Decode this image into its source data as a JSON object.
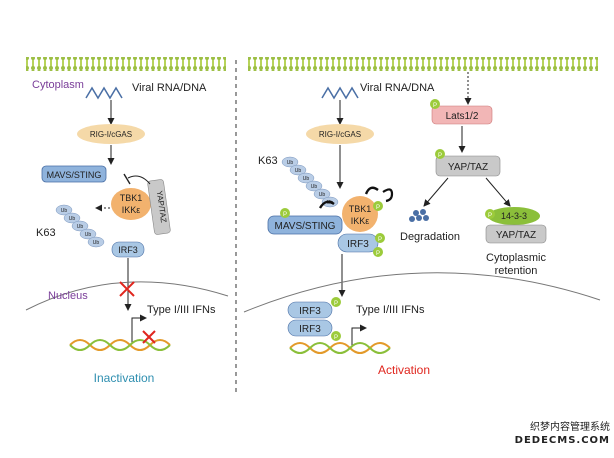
{
  "left_panel": {
    "compartment_cytoplasm": "Cytoplasm",
    "compartment_nucleus": "Nucleus",
    "viral_label": "Viral RNA/DNA",
    "sensor": "RIG-I/cGAS",
    "adaptor": "MAVS/STING",
    "kinase_line1": "TBK1",
    "kinase_line2": "IKKε",
    "yap_taz": "YAP/TAZ",
    "ub": "Ub",
    "k63": "K63",
    "irf3": "IRF3",
    "ifn": "Type I/III IFNs",
    "state": "Inactivation"
  },
  "right_panel": {
    "viral_label": "Viral RNA/DNA",
    "sensor": "RIG-I/cGAS",
    "k63": "K63",
    "ub": "Ub",
    "adaptor": "MAVS/STING",
    "kinase_line1": "TBK1",
    "kinase_line2": "IKKε",
    "irf3": "IRF3",
    "phospho": "P",
    "lats": "Lats1/2",
    "yap_taz": "YAP/TAZ",
    "degradation": "Degradation",
    "protein_1433": "14-3-3",
    "retention_line1": "Cytoplasmic",
    "retention_line2": "retention",
    "ifn": "Type I/III IFNs",
    "state": "Activation"
  },
  "watermark": {
    "cn": "织梦内容管理系统",
    "en": "DEDECMS.COM"
  },
  "colors": {
    "membrane": "#b7d35a",
    "membrane_dark": "#7fa332",
    "divider": "#555555",
    "cytoplasm_text": "#7a3d99",
    "nucleus_text": "#7a3d99",
    "inactivation_text": "#2f8fb0",
    "activation_text": "#e0261e",
    "sensor_fill": "#f5d9a8",
    "adaptor_fill": "#8fb3dc",
    "kinase_fill": "#f2b26e",
    "irf3_fill": "#a9c7e4",
    "yap_fill": "#c9c9c9",
    "lats_fill": "#f2b6b6",
    "phospho_fill": "#9ccb3b",
    "ub_fill": "#b9cde6",
    "x_mark": "#e0261e",
    "dna_orange": "#e39a2a",
    "dna_green": "#8bbf3a"
  }
}
